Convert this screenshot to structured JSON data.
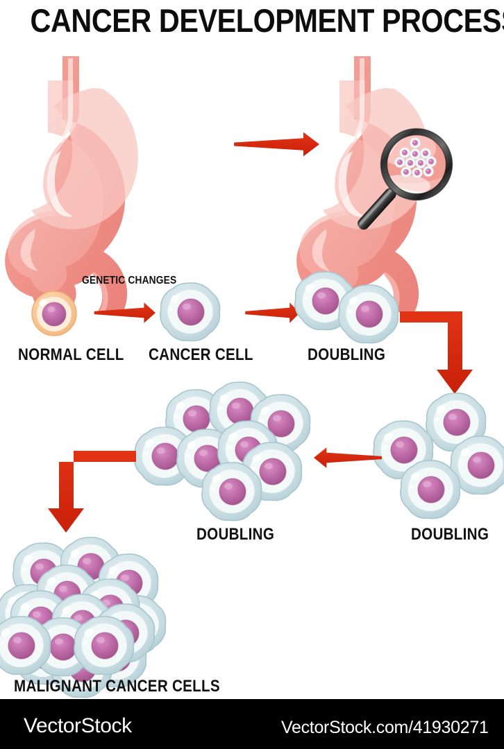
{
  "page": {
    "title": "CANCER DEVELOPMENT PROCESS",
    "background_color": "#ffffff"
  },
  "colors": {
    "title_text": "#0d0d0d",
    "label_text": "#111111",
    "arrow_red": "#dd2a12",
    "arrow_red_dark": "#c21f0c",
    "organ_outline": "#ec8278",
    "organ_body": "#ef9087",
    "organ_light": "#f4aaa2",
    "organ_lighter": "#f7bdb6",
    "organ_highlight": "#fad3ce",
    "normal_cell_membrane": "#f6bd87",
    "normal_cell_membrane_light": "#fbd7ae",
    "normal_cell_inner": "#fde9d2",
    "cancer_cell_membrane": "#b4cfd6",
    "cancer_cell_membrane_light": "#cfe2e6",
    "cancer_cell_inner": "#f1f6f7",
    "nucleus": "#bd6aa6",
    "nucleus_dark": "#9c4f87",
    "nucleus_highlight": "#d790c2",
    "lens_rim_dark": "#2b2b2b",
    "lens_rim_light": "#8e8e8e",
    "footer_bg": "#000000",
    "footer_text": "#ffffff"
  },
  "labels": {
    "genetic_changes": "GENETIC CHANGES",
    "normal_cell": "NORMAL CELL",
    "cancer_cell": "CANCER CELL",
    "doubling_1": "DOUBLING",
    "doubling_2": "DOUBLING",
    "doubling_3": "DOUBLING",
    "malignant": "MALIGNANT CANCER CELLS"
  },
  "stages": [
    {
      "key": "normal-cell",
      "label": "NORMAL CELL",
      "cell_count": 1,
      "cell_type": "normal"
    },
    {
      "key": "cancer-cell",
      "label": "CANCER CELL",
      "cell_count": 1,
      "cell_type": "cancer"
    },
    {
      "key": "doubling-2",
      "label": "DOUBLING",
      "cell_count": 2,
      "cell_type": "cancer"
    },
    {
      "key": "doubling-4",
      "label": "DOUBLING",
      "cell_count": 4,
      "cell_type": "cancer"
    },
    {
      "key": "doubling-8",
      "label": "DOUBLING",
      "cell_count": 8,
      "cell_type": "cancer"
    },
    {
      "key": "malignant-mass",
      "label": "MALIGNANT CANCER CELLS",
      "cell_count": 16,
      "cell_type": "cancer"
    }
  ],
  "organs": [
    {
      "key": "healthy-stomach",
      "name": "stomach-healthy",
      "has_magnifier": false
    },
    {
      "key": "cancer-stomach",
      "name": "stomach-with-tumor",
      "has_magnifier": true,
      "magnified_cell_count": 11
    }
  ],
  "arrows": [
    {
      "key": "organ-arrow",
      "direction": "right",
      "style": "tapered"
    },
    {
      "key": "genetic-arrow",
      "direction": "right",
      "style": "tapered"
    },
    {
      "key": "doubling-arrow-1",
      "direction": "right",
      "style": "tapered"
    },
    {
      "key": "elbow-arrow-right",
      "direction": "right-down",
      "style": "elbow"
    },
    {
      "key": "doubling-arrow-left",
      "direction": "left",
      "style": "tapered"
    },
    {
      "key": "elbow-arrow-left",
      "direction": "left-down",
      "style": "elbow"
    }
  ],
  "footer": {
    "brand": "VectorStock",
    "url": "VectorStock.com/41930271"
  }
}
